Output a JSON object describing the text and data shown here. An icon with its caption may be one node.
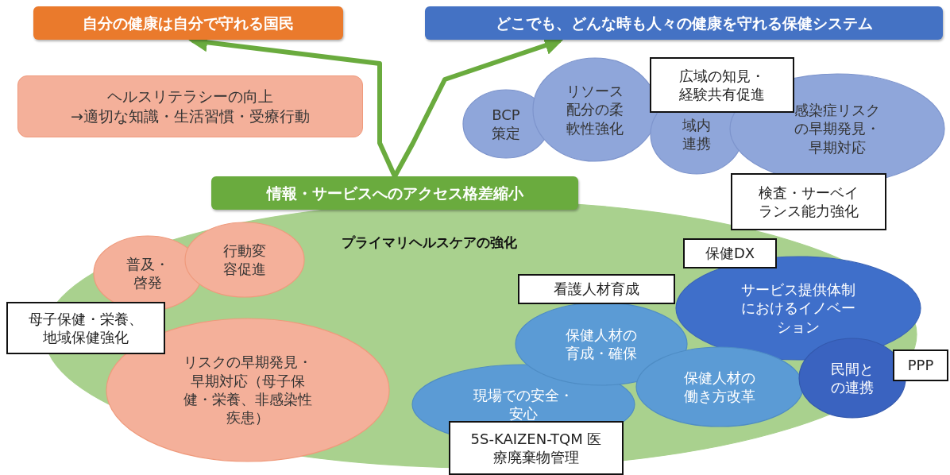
{
  "diagram": {
    "nodes": [
      {
        "text": [
          "自分の健康は自分で守れる国民"
        ]
      },
      {
        "text": [
          "どこでも、どんな時も人々の健康を守れる保健システム"
        ]
      },
      {
        "text": [
          "ヘルスリテラシーの向上",
          "→適切な知識・生活習慣・受療行動"
        ]
      },
      {
        "text": [
          "情報・サービスへのアクセス格差縮小"
        ]
      },
      {
        "text": [
          "BCP策定"
        ]
      },
      {
        "text": [
          "リソース配分の柔軟性強化"
        ]
      },
      {
        "text": [
          "域内連携"
        ]
      },
      {
        "text": [
          "感染症リスクの早期発見・早期対応"
        ]
      },
      {
        "text": [
          "広域の知見・経験共有促進"
        ]
      },
      {
        "text": [
          "検査・サーベイランス能力強化"
        ]
      },
      {
        "text": [
          "プライマリヘルスケアの強化"
        ]
      },
      {
        "text": [
          "普及・啓発"
        ],
        "in": 10
      },
      {
        "text": [
          "行動変容促進"
        ],
        "in": 10
      },
      {
        "text": [
          "母子保健・栄養、地域保健強化"
        ]
      },
      {
        "text": [
          "リスクの早期発見・早期対応（母子保健・栄養、非感染性疾患）"
        ],
        "in": 10
      },
      {
        "text": [
          "保健DX"
        ],
        "in": 10
      },
      {
        "text": [
          "看護人材育成"
        ],
        "in": 10
      },
      {
        "text": [
          "サービス提供体制におけるイノベーション"
        ],
        "in": 10
      },
      {
        "text": [
          "保健人材の育成・確保"
        ],
        "in": 10
      },
      {
        "text": [
          "現場での安全・安心"
        ],
        "in": 10
      },
      {
        "text": [
          "保健人材の働き方改革"
        ],
        "in": 10
      },
      {
        "text": [
          "民間との連携"
        ],
        "in": 10
      },
      {
        "text": [
          "PPP"
        ]
      },
      {
        "text": [
          "5S-KAIZEN-TQM 医療廃棄物管理"
        ]
      }
    ],
    "edges": [
      {
        "from": 3,
        "to": 0,
        "arrow": "to"
      },
      {
        "from": 3,
        "to": 1,
        "arrow": "to"
      }
    ]
  }
}
